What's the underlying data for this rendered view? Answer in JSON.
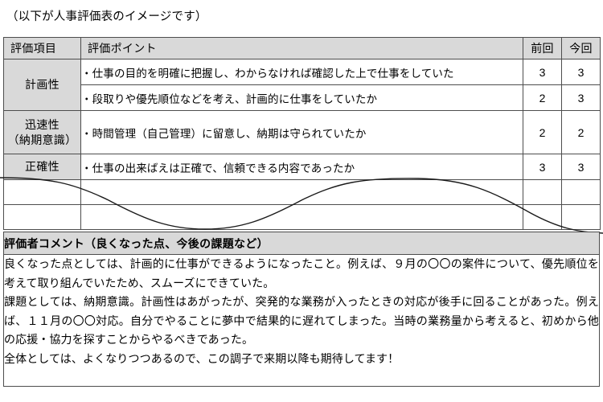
{
  "intro": {
    "text": "（以下が人事評価表のイメージです）"
  },
  "eval_table": {
    "headers": {
      "item": "評価項目",
      "point": "評価ポイント",
      "previous": "前回",
      "current": "今回"
    },
    "rows": [
      {
        "item": "計画性",
        "item_rowspan": 2,
        "point": "・仕事の目的を明確に把握し、わからなければ確認した上で仕事をしていた",
        "previous": "3",
        "current": "3"
      },
      {
        "item": "",
        "item_rowspan": 0,
        "point": "・段取りや優先順位などを考え、計画的に仕事をしていたか",
        "previous": "2",
        "current": "3"
      },
      {
        "item": "迅速性\n（納期意識）",
        "item_line1": "迅速性",
        "item_line2": "（納期意識）",
        "item_rowspan": 1,
        "point": "・時間管理（自己管理）に留意し、納期は守られていたか",
        "previous": "2",
        "current": "2"
      },
      {
        "item": "正確性",
        "item_rowspan": 1,
        "point": "・仕事の出来ばえは正確で、信頼できる内容であったか",
        "previous": "3",
        "current": "3"
      }
    ],
    "blank_rows": 2
  },
  "comment_section": {
    "header": "評価者コメント（良くなった点、今後の課題など）",
    "paragraphs": [
      "良くなった点としては、計画的に仕事ができるようになったこと。例えば、９月の〇〇の案件について、優先順位を考えて取り組んでいたため、スムーズにできていた。",
      "課題としては、納期意識。計画性はあがったが、突発的な業務が入ったときの対応が後手に回ることがあった。例えば、１１月の〇〇対応。自分でやることに夢中で結果的に遅れてしまった。当時の業務量から考えると、初めから他の応援・協力を探すことからやるべきであった。",
      "全体としては、よくなりつつあるので、この調子で来期以降も期待してます！"
    ]
  },
  "decoration": {
    "wave_color": "#1a1a1a",
    "wave_description": "sine-curve-overlay"
  },
  "colors": {
    "header_background": "#d9d9d9",
    "border": "#4d4d4d",
    "text": "#000000",
    "page_background": "#ffffff"
  }
}
